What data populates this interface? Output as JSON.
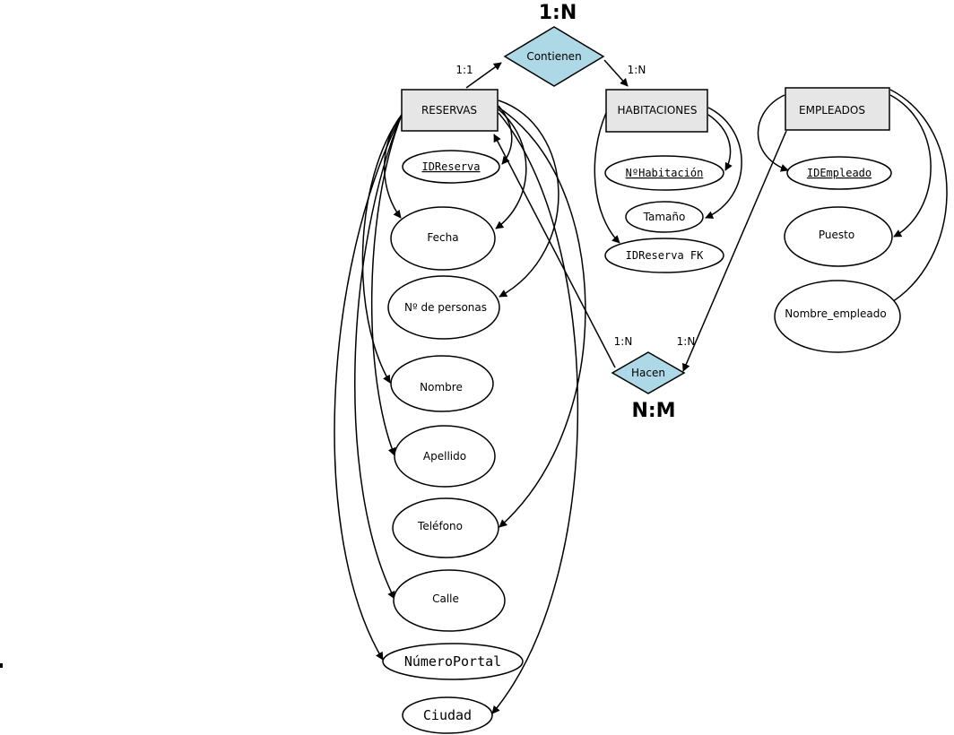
{
  "entities": {
    "reservas": "RESERVAS",
    "habitaciones": "HABITACIONES",
    "empleados": "EMPLEADOS"
  },
  "relationships": {
    "contienen": "Contienen",
    "hacen": "Hacen"
  },
  "cardinalities": {
    "contienen_type": "1:N",
    "contienen_reservas": "1:1",
    "contienen_habitaciones": "1:N",
    "hacen_type": "N:M",
    "hacen_reservas": "1:N",
    "hacen_empleados": "1:N"
  },
  "attributes": {
    "reservas": {
      "idreserva": "IDReserva",
      "fecha": "Fecha",
      "npersonas": "Nº de personas",
      "nombre": "Nombre",
      "apellido": "Apellido",
      "telefono": "Teléfono",
      "calle": "Calle",
      "numeroportal": "NúmeroPortal",
      "ciudad": "Ciudad"
    },
    "habitaciones": {
      "nhabitacion": "NºHabitación",
      "tamano": "Tamaño",
      "idreserva_fk": "IDReserva FK"
    },
    "empleados": {
      "idempleado": "IDEmpleado",
      "puesto": "Puesto",
      "nombre_empleado": "Nombre_empleado"
    }
  },
  "colors": {
    "entity_fill": "#e6e6e6",
    "relationship_fill": "#add8e6",
    "attribute_fill": "#ffffff",
    "stroke": "#000000"
  }
}
